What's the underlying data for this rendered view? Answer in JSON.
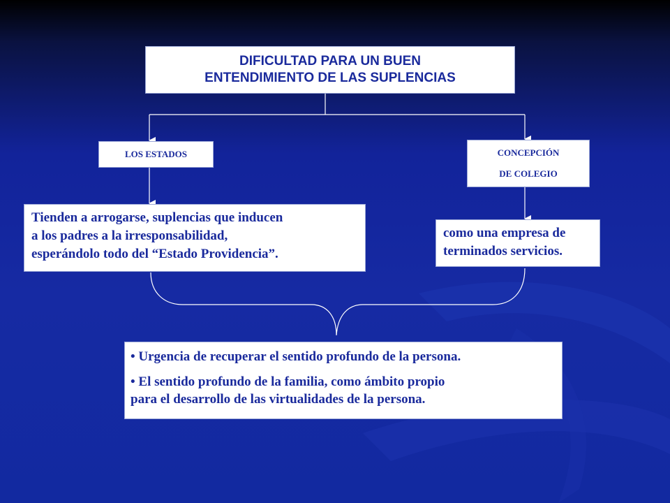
{
  "colors": {
    "background_top": "#000000",
    "background_main": "#162aa3",
    "box_fill": "#ffffff",
    "box_text": "#1a2a9c",
    "connector": "#ffffff"
  },
  "title_box": {
    "line1": "DIFICULTAD PARA UN BUEN",
    "line2": "ENTENDIMIENTO DE LAS SUPLENCIAS"
  },
  "estados_box": {
    "label": "LOS ESTADOS"
  },
  "concepcion_box": {
    "line1": "CONCEPCIÓN",
    "line2": "DE COLEGIO"
  },
  "tienden_box": {
    "line1": "Tienden a arrogarse, suplencias que inducen",
    "line2": "a los padres a la irresponsabilidad,",
    "line3": "esperándolo todo del “Estado Providencia”."
  },
  "empresa_box": {
    "line1": "como una empresa de",
    "line2": "terminados servicios."
  },
  "urgencia_box": {
    "bullet_symbol": "•",
    "item1": "Urgencia de recuperar el sentido profundo de la persona.",
    "item2_line1": "El sentido profundo de la familia, como ámbito propio",
    "item2_line2": "para el desarrollo de las virtualidades de la persona."
  }
}
